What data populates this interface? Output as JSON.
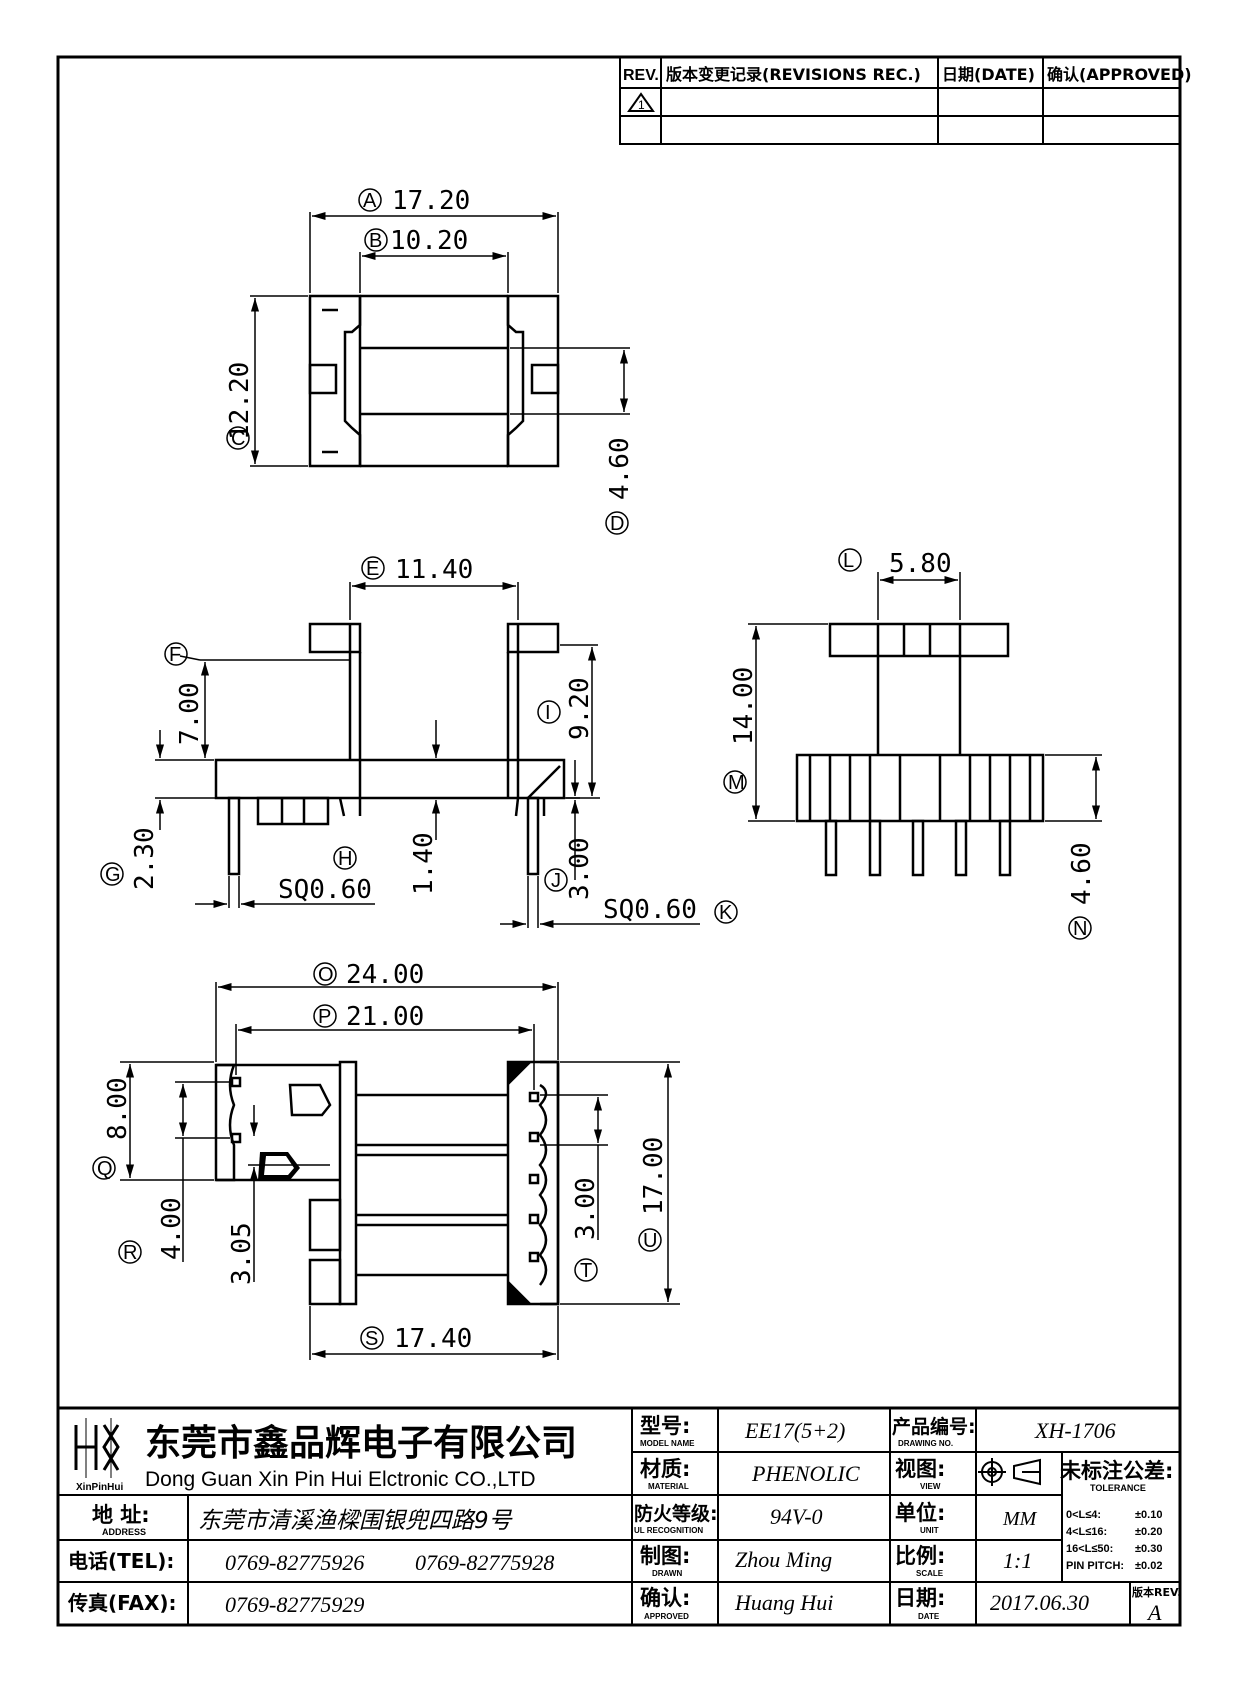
{
  "revision_table": {
    "col_rev": "REV.",
    "col_record": "版本变更记录(REVISIONS REC.)",
    "col_date": "日期(DATE)",
    "col_approved": "确认(APPROVED)",
    "rev_symbol": "1"
  },
  "dimensions": {
    "A": {
      "label": "A",
      "value": "17.20"
    },
    "B": {
      "label": "B",
      "value": "10.20"
    },
    "C": {
      "label": "C",
      "value": "12.20"
    },
    "D": {
      "label": "D",
      "value": "4.60"
    },
    "E": {
      "label": "E",
      "value": "11.40"
    },
    "F": {
      "label": "F",
      "value": "7.00"
    },
    "G": {
      "label": "G",
      "value": "2.30"
    },
    "H": {
      "label": "H",
      "value": "SQ0.60"
    },
    "H2": {
      "value": "1.40"
    },
    "I": {
      "label": "I",
      "value": "9.20"
    },
    "J": {
      "label": "J",
      "value": "3.00"
    },
    "K": {
      "label": "K",
      "value": "SQ0.60"
    },
    "L": {
      "label": "L",
      "value": "5.80"
    },
    "M": {
      "label": "M",
      "value": "14.00"
    },
    "N": {
      "label": "N",
      "value": "4.60"
    },
    "O": {
      "label": "O",
      "value": "24.00"
    },
    "P": {
      "label": "P",
      "value": "21.00"
    },
    "Q": {
      "label": "Q",
      "value": "8.00"
    },
    "R": {
      "label": "R",
      "value": "4.00"
    },
    "R2": {
      "value": "3.05"
    },
    "S": {
      "label": "S",
      "value": "17.40"
    },
    "T": {
      "label": "T",
      "value": "3.00"
    },
    "U": {
      "label": "U",
      "value": "17.00"
    }
  },
  "title_block": {
    "company_cn": "东莞市鑫品辉电子有限公司",
    "company_en": "Dong Guan Xin Pin Hui Elctronic CO.,LTD",
    "logo_text": "XinPinHui",
    "address_label": "地 址:",
    "address_label_en": "ADDRESS",
    "address_value": "东莞市清溪渔樑围银兜四路9号",
    "tel_label": "电话(TEL):",
    "tel_value1": "0769-82775926",
    "tel_value2": "0769-82775928",
    "fax_label": "传真(FAX):",
    "fax_value": "0769-82775929",
    "model_label": "型号:",
    "model_label_en": "MODEL NAME",
    "model_value": "EE17(5+2)",
    "material_label": "材质:",
    "material_label_en": "MATERIAL",
    "material_value": "PHENOLIC",
    "fire_label": "防火等级:",
    "fire_label_en": "UL RECOGNITION",
    "fire_value": "94V-0",
    "drawn_label": "制图:",
    "drawn_label_en": "DRAWN",
    "drawn_value": "Zhou Ming",
    "approved_label": "确认:",
    "approved_label_en": "APPROVED",
    "approved_value": "Huang Hui",
    "drawing_no_label": "产品编号:",
    "drawing_no_label_en": "DRAWING NO.",
    "drawing_no_value": "XH-1706",
    "view_label": "视图:",
    "view_label_en": "VIEW",
    "tolerance_label": "未标注公差:",
    "tolerance_label_en": "TOLERANCE",
    "unit_label": "单位:",
    "unit_label_en": "UNIT",
    "unit_value": "MM",
    "scale_label": "比例:",
    "scale_label_en": "SCALE",
    "scale_value": "1:1",
    "date_label": "日期:",
    "date_label_en": "DATE",
    "date_value": "2017.06.30",
    "rev_label": "版本REV.",
    "rev_value": "A",
    "tolerances": [
      {
        "range": "0<L≤4:",
        "value": "±0.10"
      },
      {
        "range": "4<L≤16:",
        "value": "±0.20"
      },
      {
        "range": "16<L≤50:",
        "value": "±0.30"
      },
      {
        "range": "PIN PITCH:",
        "value": "±0.02"
      }
    ]
  }
}
